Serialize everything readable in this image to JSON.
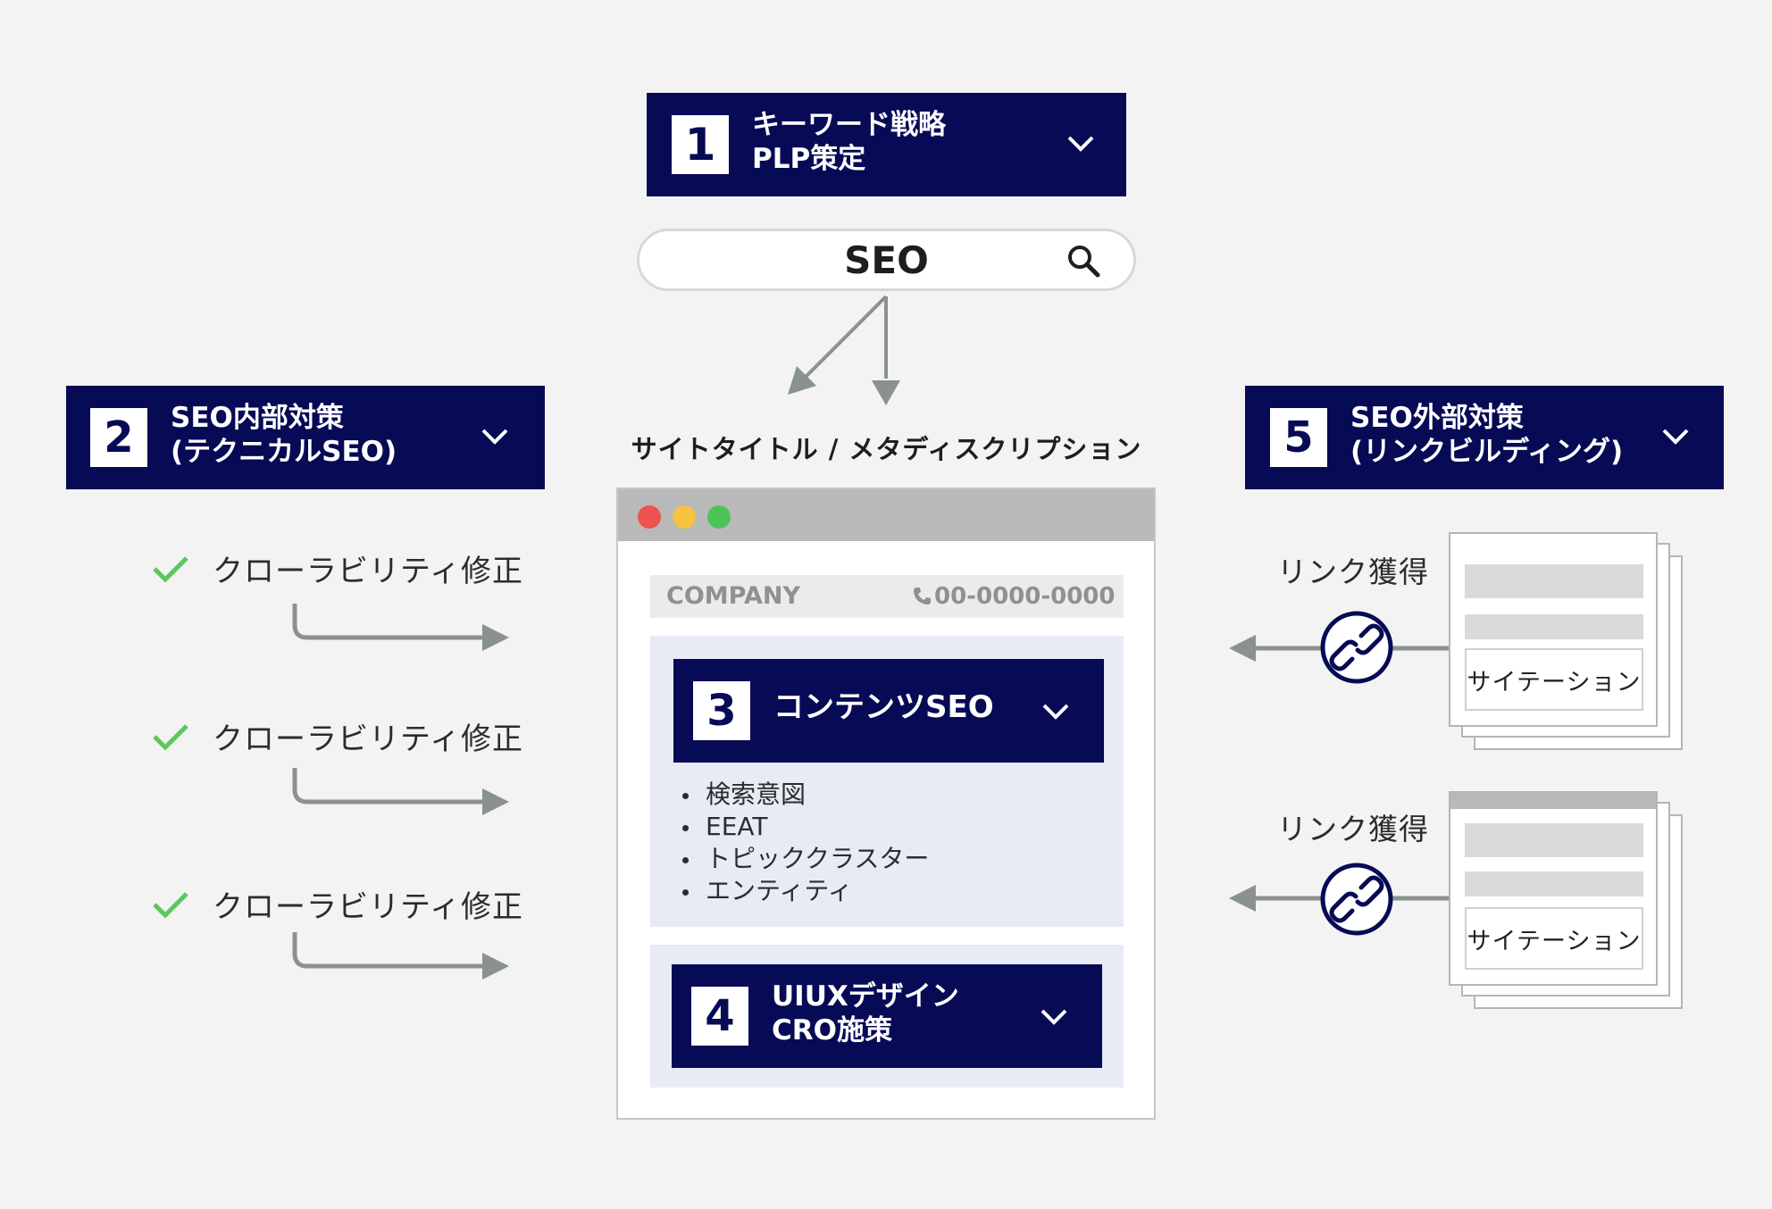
{
  "step1": {
    "number": "1",
    "title": "キーワード戦略\nPLP策定"
  },
  "search": {
    "query": "SEO"
  },
  "meta_caption": "サイトタイトル / メタディスクリプション",
  "step2": {
    "number": "2",
    "title": "SEO内部対策\n(テクニカルSEO)"
  },
  "step5": {
    "number": "5",
    "title": "SEO外部対策\n(リンクビルディング)"
  },
  "internal_items": [
    "クローラビリティ修正",
    "クローラビリティ修正",
    "クローラビリティ修正"
  ],
  "browser": {
    "header": {
      "company": "COMPANY",
      "phone": "00-0000-0000"
    },
    "step3": {
      "number": "3",
      "title": "コンテンツSEO",
      "bullets": [
        "検索意図",
        "EEAT",
        "トピッククラスター",
        "エンティティ"
      ]
    },
    "step4": {
      "number": "4",
      "title": "UIUXデザイン\nCRO施策"
    }
  },
  "external": [
    {
      "label": "リンク獲得",
      "citation": "サイテーション"
    },
    {
      "label": "リンク獲得",
      "citation": "サイテーション"
    }
  ],
  "colors": {
    "navy": "#070a55",
    "check_green": "#5cc85c",
    "arrow_gray": "#8a928e",
    "dot_red": "#ef5350",
    "dot_yellow": "#f5c242",
    "dot_green": "#4cc457"
  }
}
